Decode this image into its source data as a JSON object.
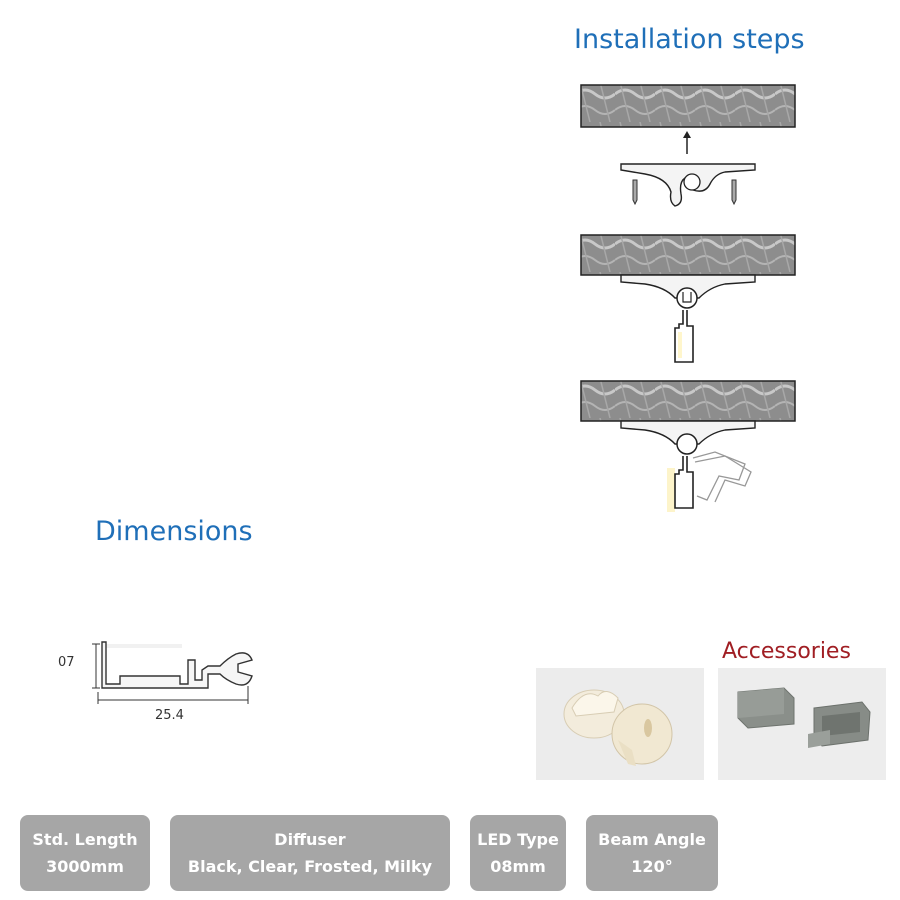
{
  "installation": {
    "title": "Installation steps"
  },
  "dimensions": {
    "title": "Dimensions",
    "height_label": "07",
    "width_label": "25.4"
  },
  "accessories": {
    "title": "Accessories"
  },
  "specs": [
    {
      "label": "Std. Length",
      "value": "3000mm"
    },
    {
      "label": "Diffuser",
      "value": "Black, Clear, Frosted, Milky"
    },
    {
      "label": "LED Type",
      "value": "08mm"
    },
    {
      "label": "Beam Angle",
      "value": "120°"
    }
  ],
  "colors": {
    "heading_blue": "#1f6fb8",
    "accessories_red": "#a01e23",
    "badge_gray": "#a6a6a6"
  }
}
